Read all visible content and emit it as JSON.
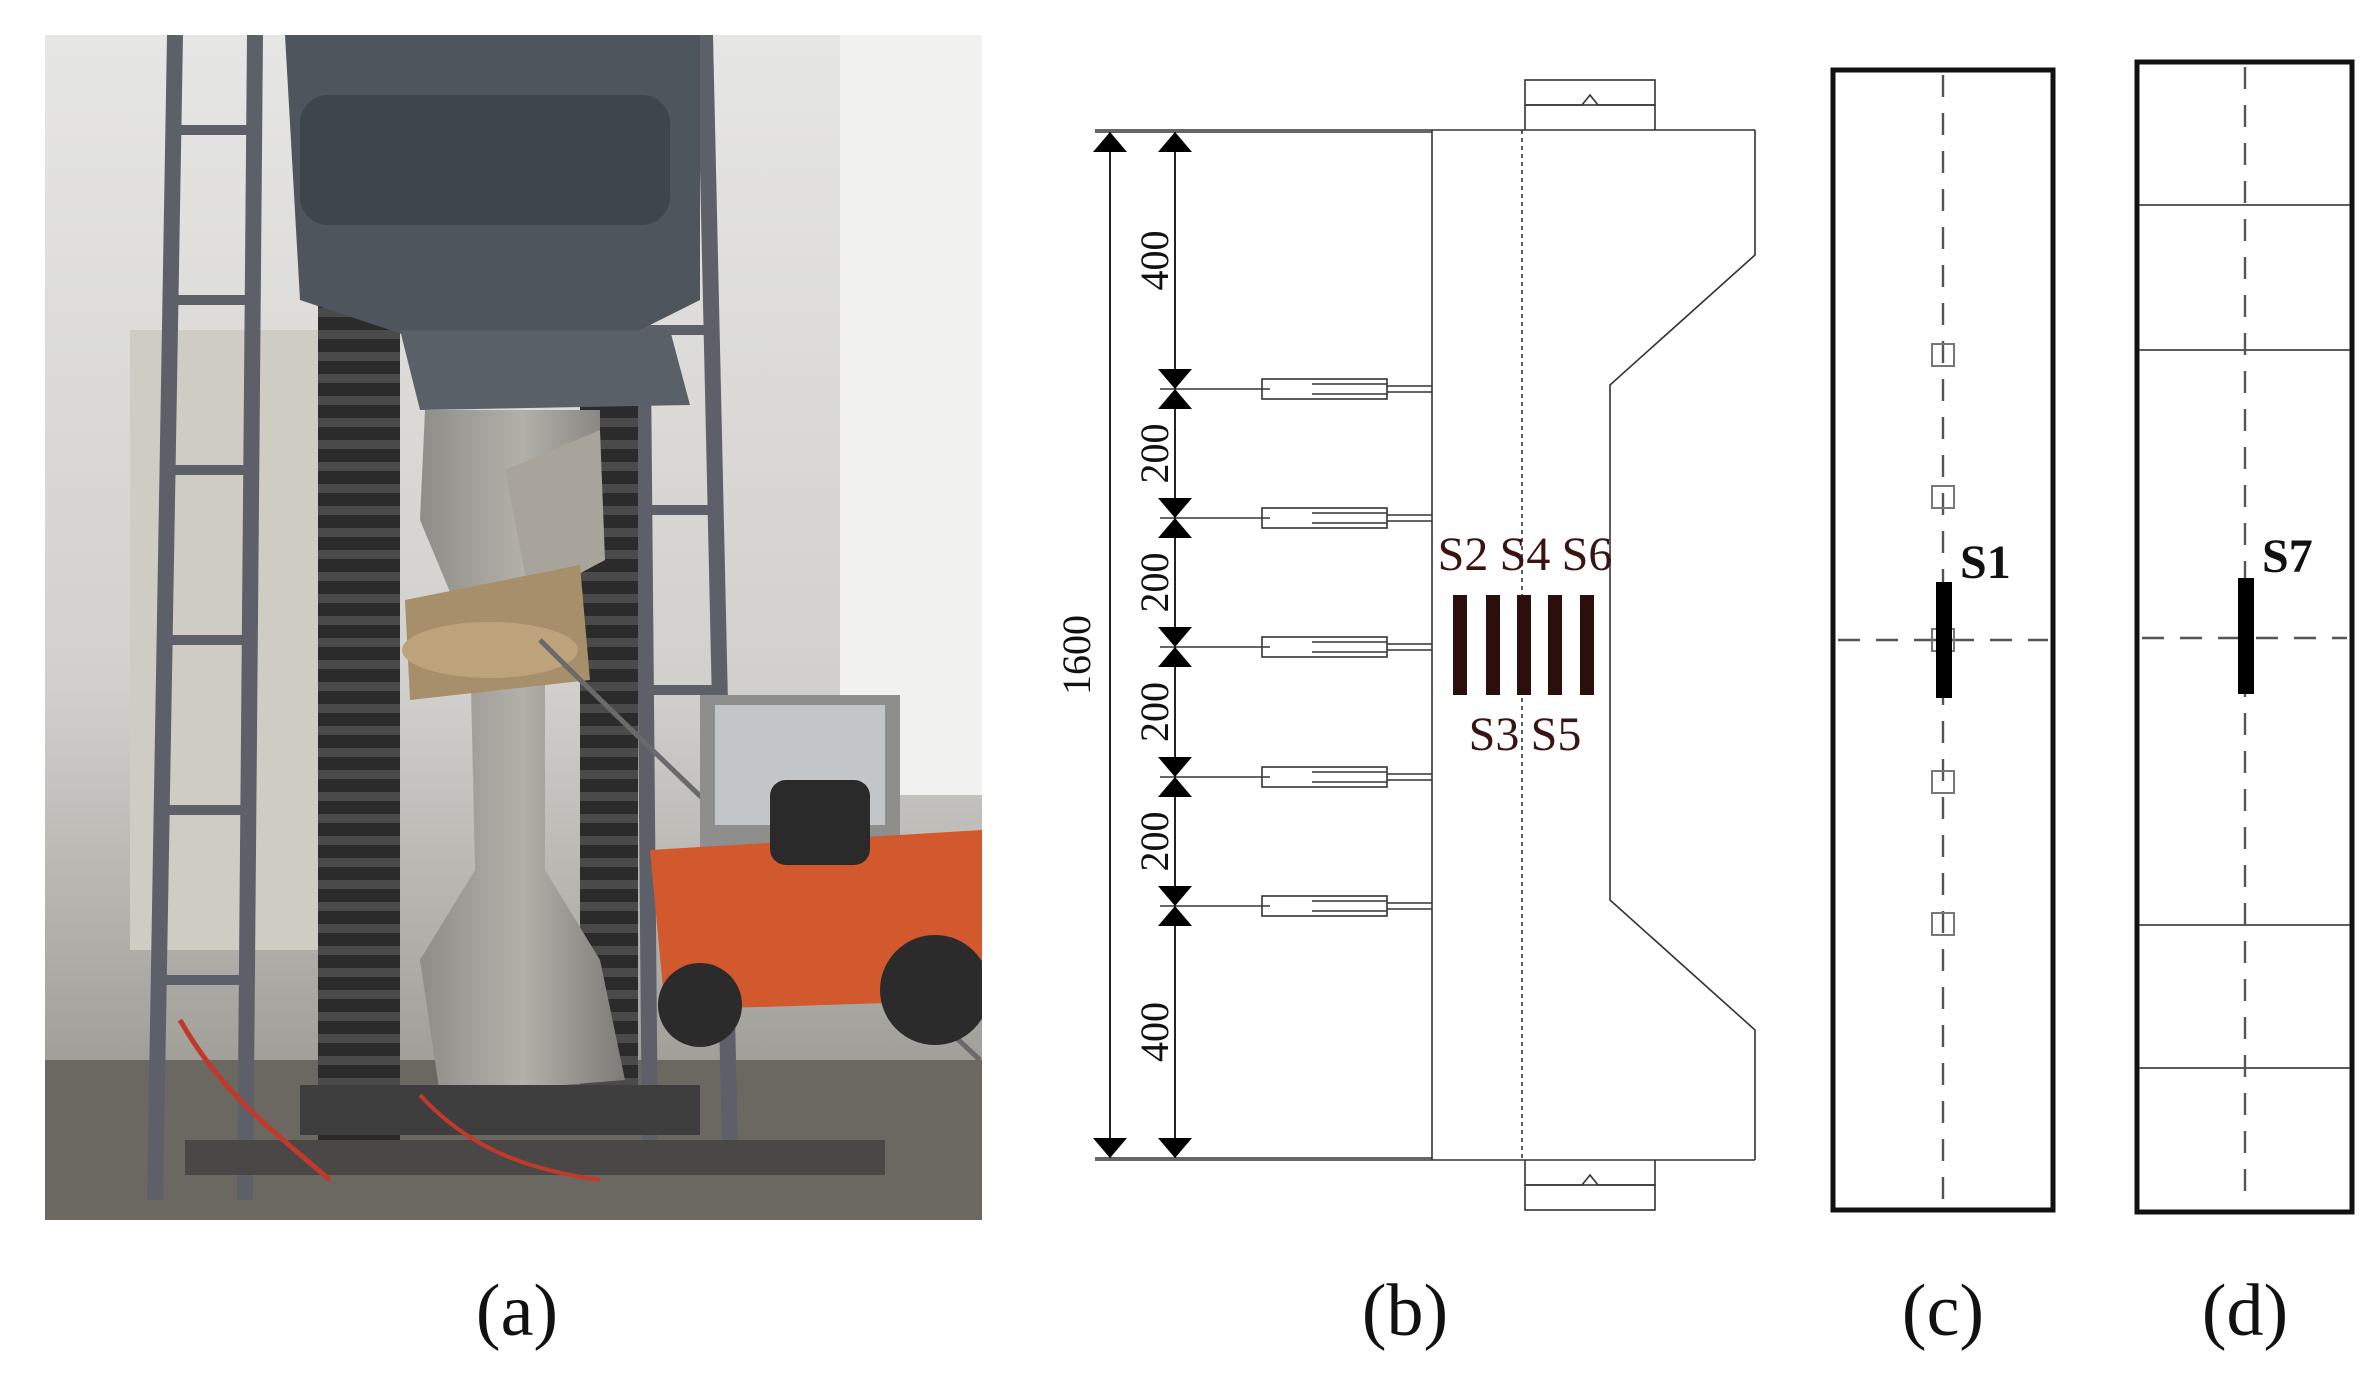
{
  "panels": {
    "a": {
      "caption": "(a)"
    },
    "b": {
      "caption": "(b)",
      "total_dimension": "1600",
      "segment_dimensions": [
        "400",
        "200",
        "200",
        "200",
        "200",
        "400"
      ],
      "gauge_labels_top": [
        "S2",
        "S4",
        "S6"
      ],
      "gauge_labels_bottom": [
        "S3",
        "S5"
      ]
    },
    "c": {
      "caption": "(c)",
      "gauge_label": "S1"
    },
    "d": {
      "caption": "(d)",
      "gauge_label": "S7"
    }
  },
  "colors": {
    "line": "#333333",
    "gauge_mark": "#2a0f0c",
    "frame": "#111111"
  }
}
